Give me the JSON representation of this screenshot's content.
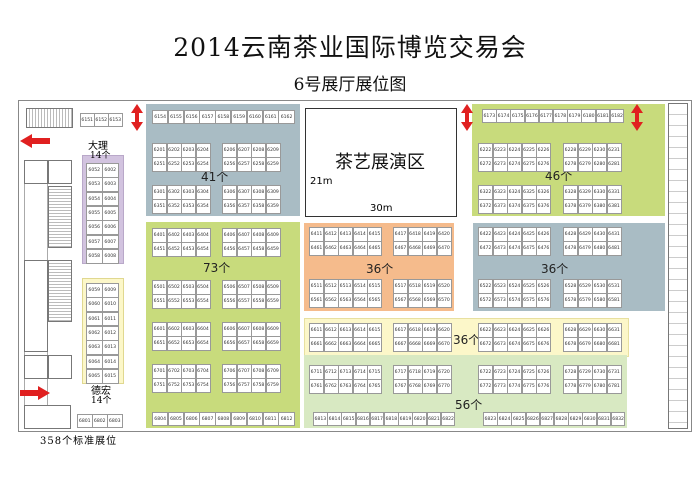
{
  "title": "2014云南茶业国际博览交易会",
  "subtitle": "6号展厅展位图",
  "footer": "358个标准展位",
  "stage": {
    "label": "茶艺展演区",
    "width": "30m",
    "depth": "21m"
  },
  "colors": {
    "blue_zone": "#a9bcc4",
    "green_zone": "#c8db7c",
    "orange_zone": "#f5bb8c",
    "yellow_zone": "#fcf7c9",
    "lightgreen_zone": "#d8e9c2",
    "purple_zone": "#d2c3df",
    "arrow": "#e02020"
  },
  "zones": {
    "z41": "41个",
    "z73": "73个",
    "z36a": "36个",
    "z36b": "36个",
    "z36c": "36个",
    "z56": "56个",
    "z46": "46个",
    "dali_name": "大理",
    "dali_count": "14个",
    "dehong_name": "德宏",
    "dehong_count": "14个"
  },
  "booth_groups": [
    {
      "id": "g6151",
      "rows": [
        [
          "6151",
          "6152",
          "6153"
        ]
      ]
    },
    {
      "id": "g6154",
      "rows": [
        [
          "6154",
          "6155",
          "6156",
          "6157",
          "6158",
          "6159",
          "6160",
          "6161",
          "6162"
        ]
      ]
    },
    {
      "id": "g6201",
      "rows": [
        [
          "6201",
          "6202",
          "6203",
          "6204"
        ],
        [
          "6251",
          "6252",
          "6253",
          "6254"
        ]
      ]
    },
    {
      "id": "g6206",
      "rows": [
        [
          "6206",
          "6207",
          "6208",
          "6209"
        ],
        [
          "6256",
          "6257",
          "6258",
          "6259"
        ]
      ]
    },
    {
      "id": "g6301",
      "rows": [
        [
          "6301",
          "6302",
          "6303",
          "6304"
        ],
        [
          "6351",
          "6352",
          "6353",
          "6354"
        ]
      ]
    },
    {
      "id": "g6306",
      "rows": [
        [
          "6306",
          "6307",
          "6308",
          "6309"
        ],
        [
          "6356",
          "6357",
          "6358",
          "6359"
        ]
      ]
    },
    {
      "id": "g6401",
      "rows": [
        [
          "6401",
          "6402",
          "6403",
          "6404"
        ],
        [
          "6451",
          "6452",
          "6453",
          "6454"
        ]
      ]
    },
    {
      "id": "g6406",
      "rows": [
        [
          "6406",
          "6407",
          "6408",
          "6409"
        ],
        [
          "6456",
          "6457",
          "6458",
          "6459"
        ]
      ]
    },
    {
      "id": "g6501",
      "rows": [
        [
          "6501",
          "6502",
          "6503",
          "6504"
        ],
        [
          "6551",
          "6552",
          "6553",
          "6554"
        ]
      ]
    },
    {
      "id": "g6506",
      "rows": [
        [
          "6506",
          "6507",
          "6508",
          "6509"
        ],
        [
          "6556",
          "6557",
          "6558",
          "6559"
        ]
      ]
    },
    {
      "id": "g6601",
      "rows": [
        [
          "6601",
          "6602",
          "6603",
          "6604"
        ],
        [
          "6651",
          "6652",
          "6653",
          "6654"
        ]
      ]
    },
    {
      "id": "g6606",
      "rows": [
        [
          "6606",
          "6607",
          "6608",
          "6609"
        ],
        [
          "6656",
          "6657",
          "6658",
          "6659"
        ]
      ]
    },
    {
      "id": "g6701",
      "rows": [
        [
          "6701",
          "6702",
          "6703",
          "6704"
        ],
        [
          "6751",
          "6752",
          "6753",
          "6754"
        ]
      ]
    },
    {
      "id": "g6706",
      "rows": [
        [
          "6706",
          "6707",
          "6708",
          "6709"
        ],
        [
          "6756",
          "6757",
          "6758",
          "6759"
        ]
      ]
    },
    {
      "id": "g6804",
      "rows": [
        [
          "6804",
          "6805",
          "6806",
          "6807",
          "6808",
          "6809",
          "6810",
          "6811",
          "6812"
        ]
      ]
    },
    {
      "id": "g6411",
      "rows": [
        [
          "6411",
          "6412",
          "6413",
          "6414",
          "6415"
        ],
        [
          "6461",
          "6462",
          "6463",
          "6464",
          "6465"
        ]
      ]
    },
    {
      "id": "g6417",
      "rows": [
        [
          "6417",
          "6418",
          "6419",
          "6420"
        ],
        [
          "6467",
          "6468",
          "6469",
          "6470"
        ]
      ]
    },
    {
      "id": "g6511",
      "rows": [
        [
          "6511",
          "6512",
          "6513",
          "6514",
          "6515"
        ],
        [
          "6561",
          "6562",
          "6563",
          "6564",
          "6565"
        ]
      ]
    },
    {
      "id": "g6517",
      "rows": [
        [
          "6517",
          "6518",
          "6519",
          "6520"
        ],
        [
          "6567",
          "6568",
          "6569",
          "6570"
        ]
      ]
    },
    {
      "id": "g6422",
      "rows": [
        [
          "6422",
          "6423",
          "6424",
          "6425",
          "6426"
        ],
        [
          "6472",
          "6473",
          "6474",
          "6475",
          "6476"
        ]
      ]
    },
    {
      "id": "g6428",
      "rows": [
        [
          "6428",
          "6429",
          "6430",
          "6431"
        ],
        [
          "6478",
          "6479",
          "6480",
          "6481"
        ]
      ]
    },
    {
      "id": "g6522",
      "rows": [
        [
          "6522",
          "6523",
          "6524",
          "6525",
          "6526"
        ],
        [
          "6572",
          "6573",
          "6574",
          "6575",
          "6576"
        ]
      ]
    },
    {
      "id": "g6528",
      "rows": [
        [
          "6528",
          "6529",
          "6530",
          "6531"
        ],
        [
          "6578",
          "6579",
          "6580",
          "6581"
        ]
      ]
    },
    {
      "id": "g6611",
      "rows": [
        [
          "6611",
          "6612",
          "6613",
          "6614",
          "6615"
        ],
        [
          "6661",
          "6662",
          "6663",
          "6664",
          "6665"
        ]
      ]
    },
    {
      "id": "g6617",
      "rows": [
        [
          "6617",
          "6618",
          "6619",
          "6620"
        ],
        [
          "6667",
          "6668",
          "6669",
          "6670"
        ]
      ]
    },
    {
      "id": "g6622",
      "rows": [
        [
          "6622",
          "6623",
          "6624",
          "6625",
          "6626"
        ],
        [
          "6672",
          "6673",
          "6674",
          "6675",
          "6676"
        ]
      ]
    },
    {
      "id": "g6628",
      "rows": [
        [
          "6628",
          "6629",
          "6630",
          "6631"
        ],
        [
          "6678",
          "6679",
          "6680",
          "6681"
        ]
      ]
    },
    {
      "id": "g6711",
      "rows": [
        [
          "6711",
          "6712",
          "6713",
          "6714",
          "6715"
        ],
        [
          "6761",
          "6762",
          "6763",
          "6764",
          "6765"
        ]
      ]
    },
    {
      "id": "g6717",
      "rows": [
        [
          "6717",
          "6718",
          "6719",
          "6720"
        ],
        [
          "6767",
          "6768",
          "6769",
          "6770"
        ]
      ]
    },
    {
      "id": "g6722",
      "rows": [
        [
          "6722",
          "6723",
          "6724",
          "6725",
          "6726"
        ],
        [
          "6772",
          "6773",
          "6774",
          "6775",
          "6776"
        ]
      ]
    },
    {
      "id": "g6728",
      "rows": [
        [
          "6728",
          "6729",
          "6730",
          "6731"
        ],
        [
          "6778",
          "6779",
          "6780",
          "6781"
        ]
      ]
    },
    {
      "id": "g6813",
      "rows": [
        [
          "6813",
          "6814",
          "6815",
          "6816",
          "6817",
          "6818",
          "6819",
          "6820",
          "6821",
          "6822"
        ]
      ]
    },
    {
      "id": "g6823",
      "rows": [
        [
          "6823",
          "6824",
          "6825",
          "6826",
          "6827",
          "6828",
          "6829",
          "6830",
          "6831",
          "6832"
        ]
      ]
    },
    {
      "id": "g6173",
      "rows": [
        [
          "6173",
          "6174",
          "6175",
          "6176",
          "6177",
          "6178",
          "6179",
          "6180",
          "6181",
          "6182"
        ]
      ]
    },
    {
      "id": "g6222",
      "rows": [
        [
          "6222",
          "6223",
          "6224",
          "6225",
          "6226"
        ],
        [
          "6272",
          "6273",
          "6274",
          "6275",
          "6276"
        ]
      ]
    },
    {
      "id": "g6228",
      "rows": [
        [
          "6228",
          "6229",
          "6230",
          "6231"
        ],
        [
          "6278",
          "6279",
          "6280",
          "6281"
        ]
      ]
    },
    {
      "id": "g6322",
      "rows": [
        [
          "6322",
          "6323",
          "6324",
          "6325",
          "6326"
        ],
        [
          "6372",
          "6373",
          "6374",
          "6375",
          "6376"
        ]
      ]
    },
    {
      "id": "g6328",
      "rows": [
        [
          "6328",
          "6329",
          "6330",
          "6331"
        ],
        [
          "6378",
          "6379",
          "6380",
          "6381"
        ]
      ]
    },
    {
      "id": "gdali",
      "rows": [
        [
          "6052",
          "6002"
        ],
        [
          "6053",
          "6003"
        ],
        [
          "6054",
          "6004"
        ],
        [
          "6055",
          "6005"
        ],
        [
          "6056",
          "6006"
        ],
        [
          "6057",
          "6007"
        ],
        [
          "6058",
          "6008"
        ]
      ]
    },
    {
      "id": "gdehong",
      "rows": [
        [
          "6059",
          "6009"
        ],
        [
          "6060",
          "6010"
        ],
        [
          "6061",
          "6011"
        ],
        [
          "6062",
          "6012"
        ],
        [
          "6063",
          "6013"
        ],
        [
          "6064",
          "6014"
        ],
        [
          "6065",
          "6015"
        ]
      ]
    },
    {
      "id": "g6801",
      "rows": [
        [
          "6801",
          "6802",
          "6803"
        ]
      ]
    }
  ]
}
